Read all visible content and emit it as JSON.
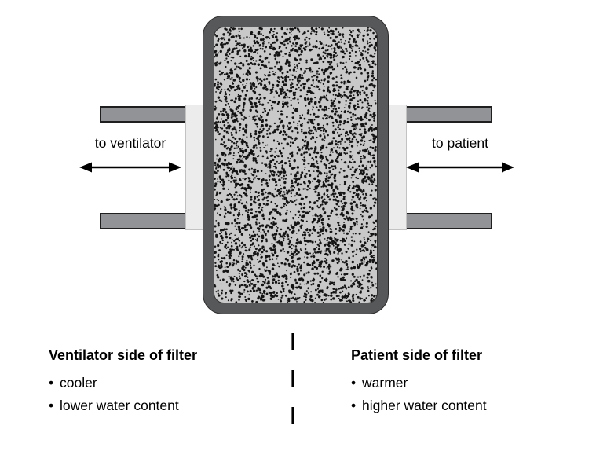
{
  "figure": {
    "left_flow_label": "to ventilator",
    "right_flow_label": "to patient",
    "legend_left": {
      "title": "Ventilator side of filter",
      "items": [
        "cooler",
        "lower water content"
      ]
    },
    "legend_right": {
      "title": "Patient side of filter",
      "items": [
        "warmer",
        "higher water content"
      ]
    },
    "colors": {
      "filter_frame": "#57585a",
      "filter_media_background": "#c9c9c9",
      "speckle": "#141414",
      "tube": "#919396",
      "collar": "#ececec",
      "text": "#000000"
    }
  }
}
